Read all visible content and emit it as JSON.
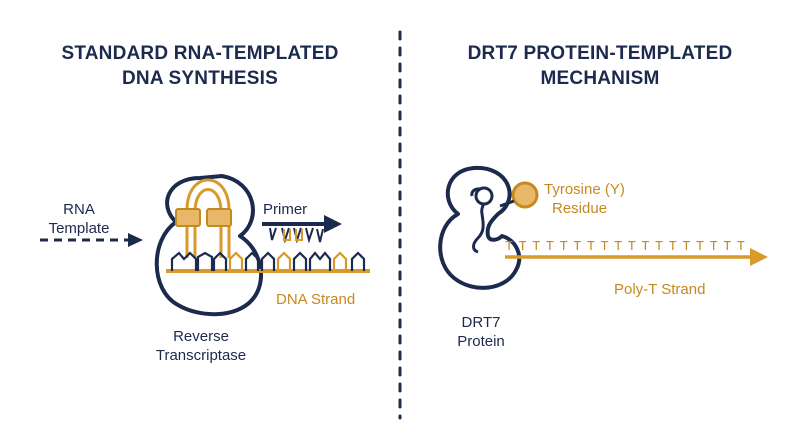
{
  "left_panel": {
    "title_line1": "STANDARD RNA-TEMPLATED",
    "title_line2": "DNA SYNTHESIS",
    "rna_template_line1": "RNA",
    "rna_template_line2": "Template",
    "primer_label": "Primer",
    "dna_strand_label": "DNA Strand",
    "enzyme_line1": "Reverse",
    "enzyme_line2": "Transcriptase"
  },
  "right_panel": {
    "title_line1": "DRT7 PROTEIN-TEMPLATED",
    "title_line2": "MECHANISM",
    "residue_line1": "Tyrosine (Y)",
    "residue_line2": "Residue",
    "poly_t_sequence": "TTTTTTTTTTTTTTTTTT",
    "poly_t_label": "Poly-T Strand",
    "protein_line1": "DRT7",
    "protein_line2": "Protein"
  },
  "colors": {
    "navy": "#1c2a4d",
    "gold": "#d79a2b",
    "gold_light": "#e8b86a"
  },
  "icons": [
    "dashed-arrow-icon",
    "reverse-transcriptase-shape",
    "hairpin-icon",
    "primer-arrow-icon",
    "drt7-protein-shape",
    "tyrosine-residue-icon",
    "poly-t-arrow-icon"
  ]
}
